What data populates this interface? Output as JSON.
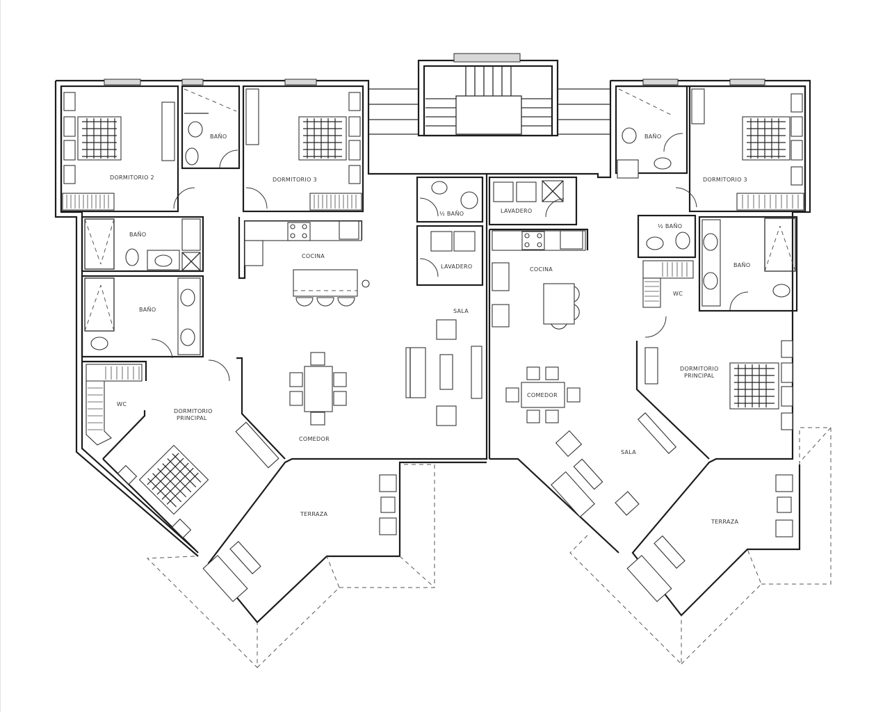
{
  "drawing": {
    "type": "architectural floor plan",
    "background": "#ffffff",
    "line_color": "#1c1c1c"
  },
  "core": {
    "stair_label": ""
  },
  "units": [
    {
      "side": "left",
      "rooms": {
        "dormitorio_2": "DORMITORIO 2",
        "bano_shared": "BAÑO",
        "dormitorio_3": "DORMITORIO 3",
        "bano_hall": "BAÑO",
        "bano_master": "BAÑO",
        "wc": "WC",
        "dormitorio_principal_1": "DORMITORIO",
        "dormitorio_principal_2": "PRINCIPAL",
        "cocina": "COCINA",
        "medio_bano": "½ BAÑO",
        "lavadero": "LAVADERO",
        "sala": "SALA",
        "comedor": "COMEDOR",
        "terraza": "TERRAZA"
      }
    },
    {
      "side": "right",
      "rooms": {
        "bano_shared": "BAÑO",
        "dormitorio_3": "DORMITORIO 3",
        "lavadero": "LAVADERO",
        "medio_bano": "½ BAÑO",
        "cocina": "COCINA",
        "bano_master": "BAÑO",
        "wc": "WC",
        "dormitorio_principal_1": "DORMITORIO",
        "dormitorio_principal_2": "PRINCIPAL",
        "comedor": "COMEDOR",
        "sala": "SALA",
        "terraza": "TERRAZA"
      }
    }
  ]
}
